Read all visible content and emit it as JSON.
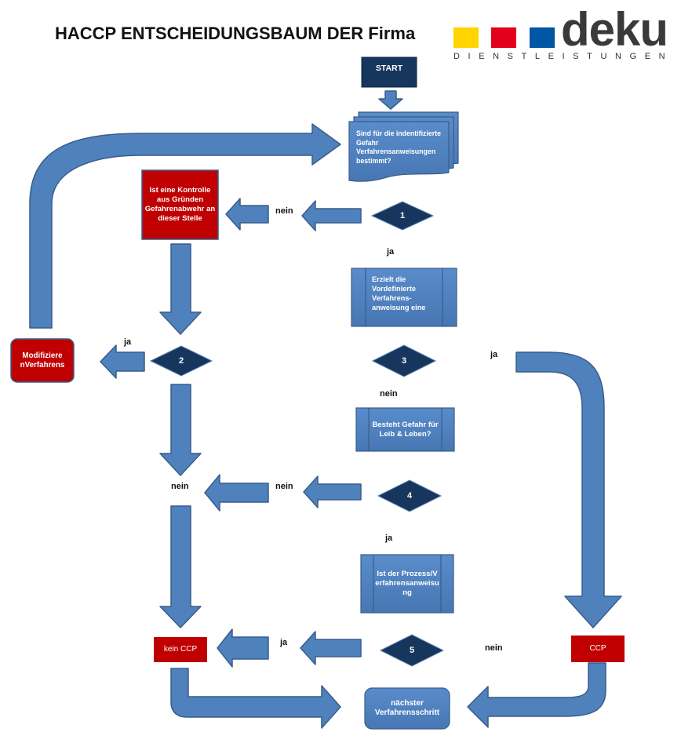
{
  "header": {
    "title": "HACCP ENTSCHEIDUNGSBAUM DER Firma",
    "logo": {
      "name": "deku",
      "subtitle": "DIENSTLEISTUNGEN",
      "square_colors": [
        "#ffd400",
        "#e2001a",
        "#0055a5"
      ]
    }
  },
  "colors": {
    "arrow_fill": "#4f81bd",
    "arrow_stroke": "#385d8a",
    "navy": "#17365d",
    "red": "#c00000",
    "box_blue": "#4f81bd"
  },
  "nodes": {
    "start": "START",
    "document": "Sind für die indentifizierte Gefahr Verfahrensanweisungen bestimmt?",
    "q_control": "Ist eine Kontrolle aus Gründen Gefahrenabwehr an dieser Stelle",
    "modify": "Modifiziere nVerfahrens",
    "step_predefined": "Erzielt die Vordefinierte Verfahrens-anweisung eine",
    "step_danger": "Besteht Gefahr für Leib & Leben?",
    "step_process": "Ist der Prozess/Verfahrensanweisung",
    "kein_ccp": "kein CCP",
    "ccp": "CCP",
    "next_step": "nächster Verfahrensschritt",
    "d1": "1",
    "d2": "2",
    "d3": "3",
    "d4": "4",
    "d5": "5"
  },
  "labels": {
    "l1_nein": "nein",
    "l1_ja": "ja",
    "l2_ja": "ja",
    "l2_nein": "nein",
    "l3_ja": "ja",
    "l3_nein": "nein",
    "l4_nein": "nein",
    "l4_ja": "ja",
    "l5_ja": "ja",
    "l5_nein": "nein"
  }
}
